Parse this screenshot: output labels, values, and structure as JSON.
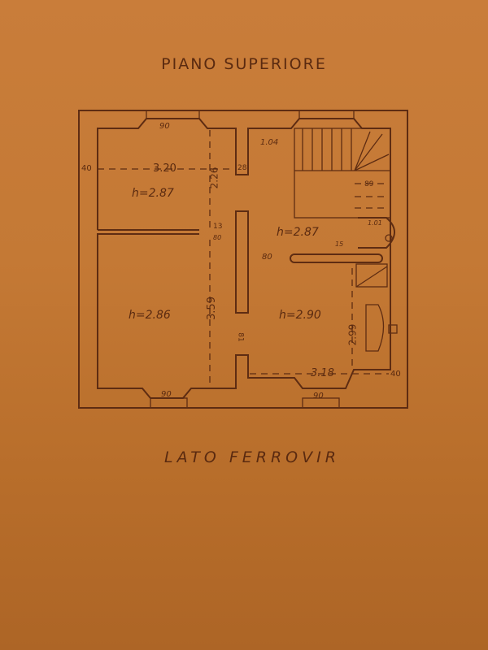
{
  "title": "PIANO SUPERIORE",
  "footer": "LATO FERROVIR",
  "colors": {
    "paper": "#c47935",
    "ink": "#5e2c12"
  },
  "rooms": [
    {
      "id": "room-top-left",
      "height_label": "h=2.87",
      "width": "3.20",
      "depth": "2.26"
    },
    {
      "id": "room-bottom-left",
      "height_label": "h=2.86",
      "depth": "3.59"
    },
    {
      "id": "hall",
      "height_label": "h=2.87"
    },
    {
      "id": "room-bottom-right",
      "height_label": "h=2.90",
      "width": "3.18",
      "depth": "2.99"
    }
  ],
  "dimensions": {
    "window_top_left": "90",
    "wall_left": "40",
    "wall_right": "40",
    "pier": "28",
    "stair_landing": "1.04",
    "stair_width": "89",
    "bath": "1.01",
    "door_left": "80",
    "door_hall": "80",
    "wall_13": "13",
    "wall_15": "15",
    "opening_81": "81",
    "window_bottom_left": "90",
    "window_bottom_right": "90"
  }
}
